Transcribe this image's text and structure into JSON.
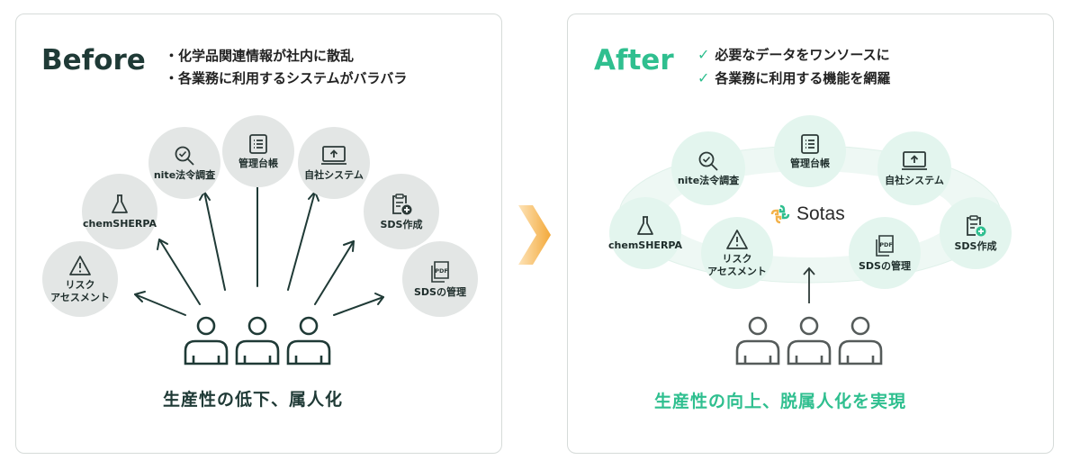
{
  "before": {
    "title": "Before",
    "bullets": [
      "・化学品関連情報が社内に散乱",
      "・各業務に利用するシステムがバラバラ"
    ],
    "nodes": {
      "risk": "リスク\nアセスメント",
      "chemsherpa": "chemSHERPA",
      "nite": "nite法令調査",
      "ledger": "管理台帳",
      "inhouse": "自社システム",
      "sds_create": "SDS作成",
      "sds_manage": "SDSの管理"
    },
    "conclusion": "生産性の低下、属人化"
  },
  "after": {
    "title": "After",
    "bullets": [
      "必要なデータをワンソースに",
      "各業務に利用する機能を網羅"
    ],
    "nodes": {
      "chemsherpa": "chemSHERPA",
      "nite": "nite法令調査",
      "ledger": "管理台帳",
      "inhouse": "自社システム",
      "sds_create": "SDS作成",
      "risk": "リスク\nアセスメント",
      "sds_manage": "SDSの管理"
    },
    "brand": "Sotas",
    "conclusion": "生産性の向上、脱属人化を実現"
  },
  "colors": {
    "dark": "#1f3a36",
    "green": "#2fbf8f",
    "circle_gray": "#e3e6e5",
    "circle_green": "#e3f5ee",
    "chevron": "#f3b24b"
  },
  "icons": {
    "risk": "warning-icon",
    "chemsherpa": "flask-icon",
    "nite": "magnifier-check-icon",
    "ledger": "list-icon",
    "inhouse": "monitor-upload-icon",
    "sds_create": "clipboard-add-icon",
    "sds_manage": "pdf-icon",
    "people": "people-icon",
    "arrow": "chevron-arrow-icon"
  }
}
